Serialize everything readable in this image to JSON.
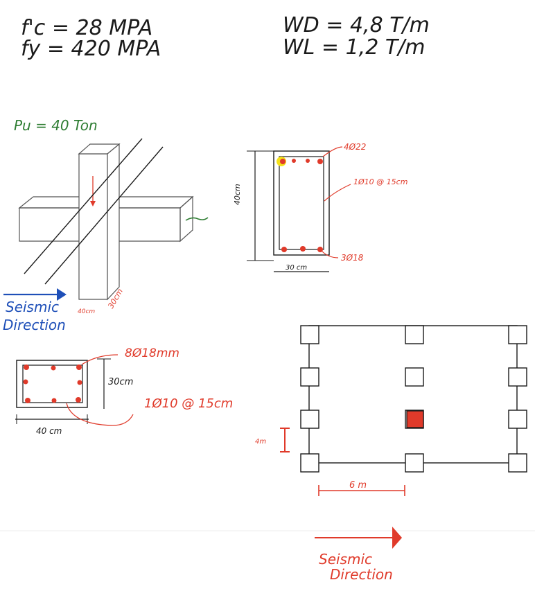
{
  "materials": {
    "fc": "f'c = 28 MPA",
    "fy": "fy = 420 MPA",
    "wd": "WD = 4,8 T/m",
    "wl": "WL = 1,2 T/m"
  },
  "column_load": {
    "pu": "Pu = 40 Ton",
    "dim_40": "40cm",
    "dim_30": "30cm"
  },
  "seismic_left": {
    "line1": "Seismic",
    "line2": "Direction"
  },
  "column_section": {
    "height": "40cm",
    "width": "30 cm",
    "top_bars": "4Ø22",
    "stirrups": "1Ø10 @ 15cm",
    "bottom_bars": "3Ø18"
  },
  "beam_section": {
    "bars": "8Ø18mm",
    "height": "30cm",
    "width": "40 cm",
    "stirrups": "1Ø10 @ 15cm"
  },
  "plan": {
    "spacing_y": "4m",
    "spacing_x": "6 m"
  },
  "seismic_bottom": {
    "line1": "Seismic",
    "line2": "Direction"
  },
  "colors": {
    "ink": "#1a1a1a",
    "red": "#e03a2a",
    "green": "#2e7d32",
    "blue": "#1e4fb8",
    "grey": "#555555",
    "highlight": "#f5e11a"
  }
}
